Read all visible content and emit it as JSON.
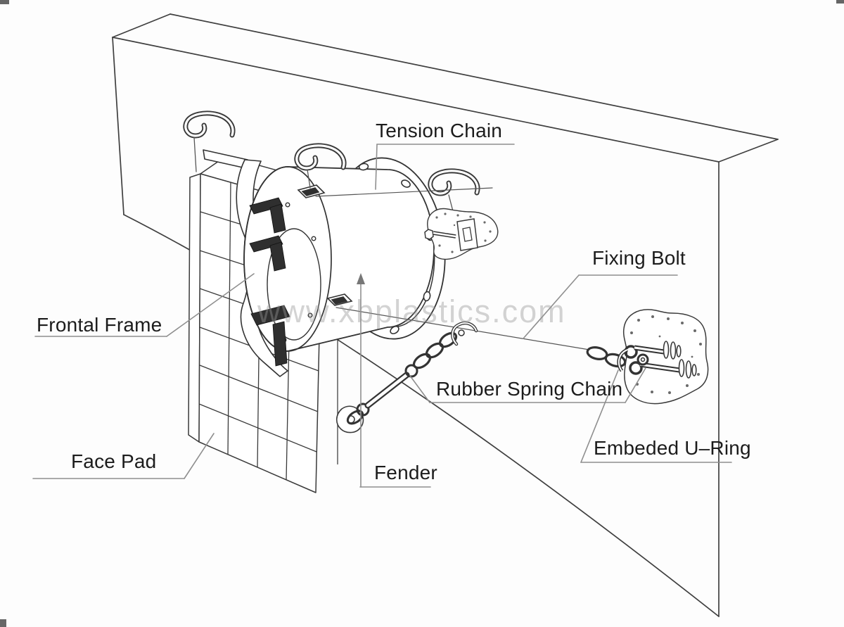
{
  "watermark": {
    "text": "www.xbplastics.com"
  },
  "labels": {
    "tension_chain": "Tension Chain",
    "fixing_bolt": "Fixing Bolt",
    "frontal_frame": "Frontal Frame",
    "rubber_spring_chain": "Rubber Spring Chain",
    "face_pad": "Face Pad",
    "fender": "Fender",
    "embeded_u_ring": "Embeded U–Ring"
  },
  "colors": {
    "line": "#3f3f3f",
    "leader": "#8f8f8f",
    "text": "#1c1c1c",
    "dark_fill": "#2f2f2f",
    "watermark": "#969696",
    "background": "#fdfdfd"
  }
}
